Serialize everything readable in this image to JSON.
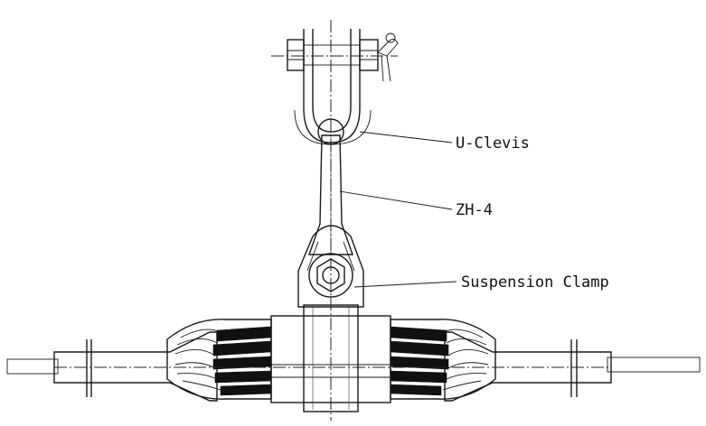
{
  "labels": {
    "u_clevis": "U-Clevis",
    "zh4": "ZH-4",
    "suspension_clamp": "Suspension Clamp"
  },
  "colors": {
    "line": "#1a1a1a",
    "background": "#ffffff"
  }
}
